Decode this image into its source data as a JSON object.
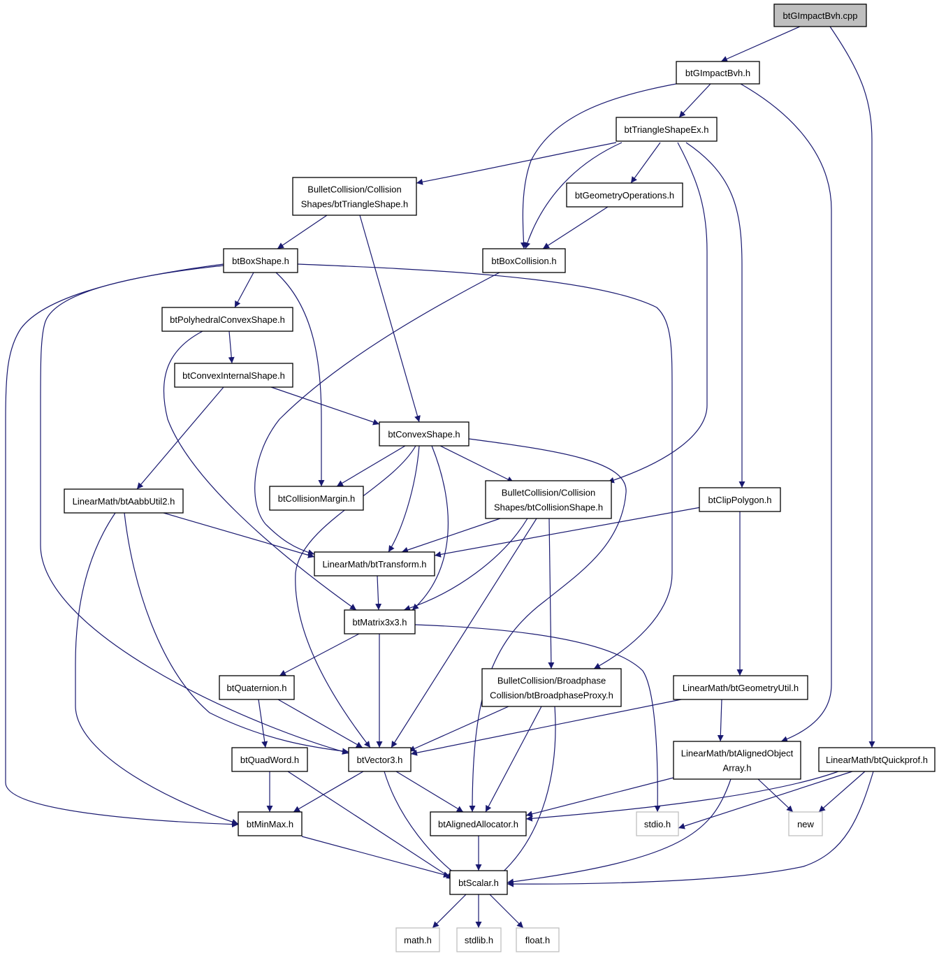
{
  "nodes": [
    {
      "id": "gimpact_cpp",
      "lines": [
        "btGImpactBvh.cpp"
      ],
      "kind": "root"
    },
    {
      "id": "gimpact_h",
      "lines": [
        "btGImpactBvh.h"
      ],
      "kind": "normal"
    },
    {
      "id": "tri_ex",
      "lines": [
        "btTriangleShapeEx.h"
      ],
      "kind": "normal"
    },
    {
      "id": "tri_shape",
      "lines": [
        "BulletCollision/Collision",
        "Shapes/btTriangleShape.h"
      ],
      "kind": "normal"
    },
    {
      "id": "geom_ops",
      "lines": [
        "btGeometryOperations.h"
      ],
      "kind": "normal"
    },
    {
      "id": "box_shape",
      "lines": [
        "btBoxShape.h"
      ],
      "kind": "normal"
    },
    {
      "id": "box_coll",
      "lines": [
        "btBoxCollision.h"
      ],
      "kind": "normal"
    },
    {
      "id": "poly",
      "lines": [
        "btPolyhedralConvexShape.h"
      ],
      "kind": "normal"
    },
    {
      "id": "conv_int",
      "lines": [
        "btConvexInternalShape.h"
      ],
      "kind": "normal"
    },
    {
      "id": "conv_shape",
      "lines": [
        "btConvexShape.h"
      ],
      "kind": "normal"
    },
    {
      "id": "aabb",
      "lines": [
        "LinearMath/btAabbUtil2.h"
      ],
      "kind": "normal"
    },
    {
      "id": "margin",
      "lines": [
        "btCollisionMargin.h"
      ],
      "kind": "normal"
    },
    {
      "id": "coll_shape",
      "lines": [
        "BulletCollision/Collision",
        "Shapes/btCollisionShape.h"
      ],
      "kind": "normal"
    },
    {
      "id": "clip",
      "lines": [
        "btClipPolygon.h"
      ],
      "kind": "normal"
    },
    {
      "id": "transform",
      "lines": [
        "LinearMath/btTransform.h"
      ],
      "kind": "normal"
    },
    {
      "id": "matrix",
      "lines": [
        "btMatrix3x3.h"
      ],
      "kind": "normal"
    },
    {
      "id": "quat",
      "lines": [
        "btQuaternion.h"
      ],
      "kind": "normal"
    },
    {
      "id": "broad",
      "lines": [
        "BulletCollision/Broadphase",
        "Collision/btBroadphaseProxy.h"
      ],
      "kind": "normal"
    },
    {
      "id": "geom_util",
      "lines": [
        "LinearMath/btGeometryUtil.h"
      ],
      "kind": "normal"
    },
    {
      "id": "quadword",
      "lines": [
        "btQuadWord.h"
      ],
      "kind": "normal"
    },
    {
      "id": "vector3",
      "lines": [
        "btVector3.h"
      ],
      "kind": "normal"
    },
    {
      "id": "aligned_arr",
      "lines": [
        "LinearMath/btAlignedObject",
        "Array.h"
      ],
      "kind": "normal"
    },
    {
      "id": "quickprof",
      "lines": [
        "LinearMath/btQuickprof.h"
      ],
      "kind": "normal"
    },
    {
      "id": "minmax",
      "lines": [
        "btMinMax.h"
      ],
      "kind": "normal"
    },
    {
      "id": "aligned_alloc",
      "lines": [
        "btAlignedAllocator.h"
      ],
      "kind": "normal"
    },
    {
      "id": "stdio",
      "lines": [
        "stdio.h"
      ],
      "kind": "ext"
    },
    {
      "id": "new_h",
      "lines": [
        "new"
      ],
      "kind": "ext"
    },
    {
      "id": "scalar",
      "lines": [
        "btScalar.h"
      ],
      "kind": "normal"
    },
    {
      "id": "math",
      "lines": [
        "math.h"
      ],
      "kind": "ext"
    },
    {
      "id": "stdlib",
      "lines": [
        "stdlib.h"
      ],
      "kind": "ext"
    },
    {
      "id": "float",
      "lines": [
        "float.h"
      ],
      "kind": "ext"
    }
  ],
  "edges": [
    [
      "gimpact_cpp",
      "gimpact_h"
    ],
    [
      "gimpact_cpp",
      "quickprof"
    ],
    [
      "gimpact_h",
      "box_coll"
    ],
    [
      "gimpact_h",
      "tri_ex"
    ],
    [
      "gimpact_h",
      "aligned_arr"
    ],
    [
      "tri_ex",
      "tri_shape"
    ],
    [
      "tri_ex",
      "box_coll"
    ],
    [
      "tri_ex",
      "geom_ops"
    ],
    [
      "tri_ex",
      "coll_shape"
    ],
    [
      "tri_ex",
      "clip"
    ],
    [
      "tri_shape",
      "box_shape"
    ],
    [
      "tri_shape",
      "conv_shape"
    ],
    [
      "geom_ops",
      "box_coll"
    ],
    [
      "box_shape",
      "poly"
    ],
    [
      "box_shape",
      "margin"
    ],
    [
      "box_shape",
      "minmax"
    ],
    [
      "box_shape",
      "vector3"
    ],
    [
      "box_shape",
      "broad"
    ],
    [
      "box_coll",
      "transform"
    ],
    [
      "poly",
      "conv_int"
    ],
    [
      "poly",
      "matrix"
    ],
    [
      "conv_int",
      "conv_shape"
    ],
    [
      "conv_int",
      "aabb"
    ],
    [
      "conv_shape",
      "margin"
    ],
    [
      "conv_shape",
      "coll_shape"
    ],
    [
      "conv_shape",
      "transform"
    ],
    [
      "conv_shape",
      "matrix"
    ],
    [
      "conv_shape",
      "vector3"
    ],
    [
      "conv_shape",
      "aligned_alloc"
    ],
    [
      "aabb",
      "transform"
    ],
    [
      "aabb",
      "vector3"
    ],
    [
      "aabb",
      "minmax"
    ],
    [
      "coll_shape",
      "transform"
    ],
    [
      "coll_shape",
      "matrix"
    ],
    [
      "coll_shape",
      "vector3"
    ],
    [
      "coll_shape",
      "broad"
    ],
    [
      "clip",
      "transform"
    ],
    [
      "clip",
      "geom_util"
    ],
    [
      "transform",
      "matrix"
    ],
    [
      "matrix",
      "quat"
    ],
    [
      "matrix",
      "vector3"
    ],
    [
      "matrix",
      "stdio"
    ],
    [
      "quat",
      "quadword"
    ],
    [
      "quat",
      "vector3"
    ],
    [
      "broad",
      "vector3"
    ],
    [
      "broad",
      "aligned_alloc"
    ],
    [
      "broad",
      "scalar"
    ],
    [
      "geom_util",
      "aligned_arr"
    ],
    [
      "geom_util",
      "vector3"
    ],
    [
      "quadword",
      "minmax"
    ],
    [
      "quadword",
      "scalar"
    ],
    [
      "vector3",
      "minmax"
    ],
    [
      "vector3",
      "aligned_alloc"
    ],
    [
      "vector3",
      "scalar"
    ],
    [
      "aligned_arr",
      "aligned_alloc"
    ],
    [
      "aligned_arr",
      "new_h"
    ],
    [
      "aligned_arr",
      "scalar"
    ],
    [
      "quickprof",
      "stdio"
    ],
    [
      "quickprof",
      "new_h"
    ],
    [
      "quickprof",
      "aligned_alloc"
    ],
    [
      "quickprof",
      "scalar"
    ],
    [
      "minmax",
      "scalar"
    ],
    [
      "aligned_alloc",
      "scalar"
    ],
    [
      "scalar",
      "math"
    ],
    [
      "scalar",
      "stdlib"
    ],
    [
      "scalar",
      "float"
    ]
  ],
  "colors": {
    "edge": "#191970",
    "root_fill": "#bfbfbf",
    "external_border": "#bfbfbf",
    "node_border": "#000000"
  }
}
